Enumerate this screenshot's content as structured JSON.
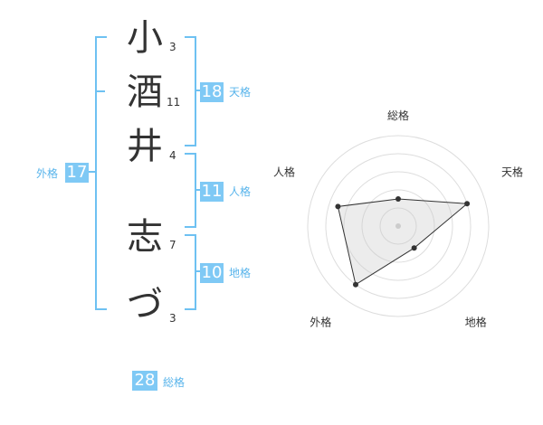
{
  "name_chars": [
    {
      "char": "小",
      "strokes": "3"
    },
    {
      "char": "酒",
      "strokes": "11"
    },
    {
      "char": "井",
      "strokes": "4"
    },
    {
      "char": "志",
      "strokes": "7"
    },
    {
      "char": "づ",
      "strokes": "3"
    }
  ],
  "fortune": {
    "tenkaku": {
      "value": "18",
      "label": "天格"
    },
    "jinkaku": {
      "value": "11",
      "label": "人格"
    },
    "chikaku": {
      "value": "10",
      "label": "地格"
    },
    "gaikaku": {
      "value": "17",
      "label": "外格"
    },
    "soukaku": {
      "value": "28",
      "label": "総格"
    }
  },
  "colors": {
    "accent": "#7fc9f5",
    "bracket": "#6ec1f2",
    "text": "#333333"
  },
  "chart_data": {
    "type": "radar",
    "axes": [
      "総格",
      "天格",
      "地格",
      "外格",
      "人格"
    ],
    "values": [
      1.5,
      4.0,
      1.5,
      4.0,
      3.5
    ],
    "max": 5,
    "rings": 5
  }
}
